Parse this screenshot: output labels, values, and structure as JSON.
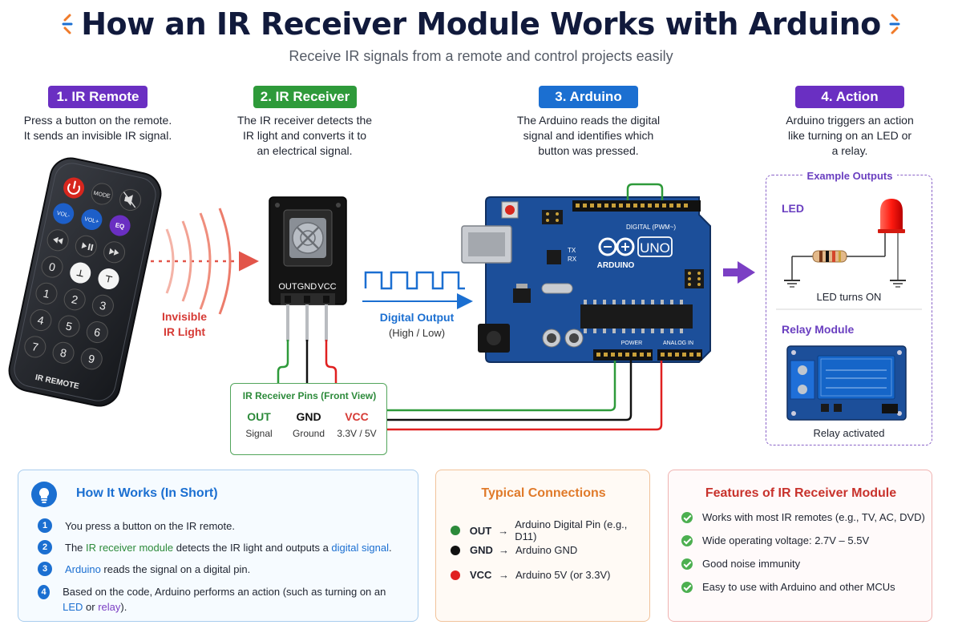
{
  "header": {
    "title": "How an IR Receiver Module Works with Arduino",
    "subtitle": "Receive IR signals from a remote and control projects easily"
  },
  "steps": [
    {
      "label": "1. IR Remote",
      "color": "#6a2fc2",
      "desc": [
        "Press a button on the remote.",
        "It sends an invisible IR signal."
      ]
    },
    {
      "label": "2. IR Receiver",
      "color": "#2e9a3a",
      "desc": [
        "The IR receiver detects the",
        "IR light and converts it to",
        "an electrical signal."
      ]
    },
    {
      "label": "3. Arduino",
      "color": "#1b6fd1",
      "desc": [
        "The Arduino reads the digital",
        "signal and identifies which",
        "button was pressed."
      ]
    },
    {
      "label": "4. Action",
      "color": "#6a2fc2",
      "desc": [
        "Arduino triggers an action",
        "like turning on an LED or",
        "a relay."
      ]
    }
  ],
  "remote": {
    "brand_label": "IR REMOTE",
    "buttons": [
      "MODE",
      "VOL-",
      "VOL+",
      "EQ",
      "0",
      "1",
      "2",
      "3",
      "4",
      "5",
      "6",
      "7",
      "8",
      "9"
    ]
  },
  "ir_light_label": [
    "Invisible",
    "IR Light"
  ],
  "receiver": {
    "pin_labels": [
      "OUT",
      "GND",
      "VCC"
    ]
  },
  "digital_output": {
    "label": "Digital Output",
    "sub": "(High / Low)"
  },
  "arduino": {
    "brand": "ARDUINO",
    "model": "UNO",
    "digital_label": "DIGITAL (PWM~)",
    "power_label": "POWER",
    "analog_label": "ANALOG IN",
    "tx": "TX",
    "rx": "RX"
  },
  "pins_box": {
    "title": "IR Receiver Pins (Front View)",
    "pins": [
      {
        "name": "OUT",
        "sub": "Signal",
        "color": "#2c8a3a"
      },
      {
        "name": "GND",
        "sub": "Ground",
        "color": "#111111"
      },
      {
        "name": "VCC",
        "sub": "3.3V / 5V",
        "color": "#d63a35"
      }
    ]
  },
  "examples": {
    "title": "Example Outputs",
    "led_title": "LED",
    "led_caption": "LED turns ON",
    "relay_title": "Relay Module",
    "relay_caption": "Relay activated"
  },
  "how_it_works": {
    "title": "How It Works (In Short)",
    "items": [
      {
        "n": "1",
        "parts": [
          {
            "t": "You press a button on the IR remote.",
            "c": ""
          }
        ]
      },
      {
        "n": "2",
        "parts": [
          {
            "t": "The ",
            "c": ""
          },
          {
            "t": "IR receiver module",
            "c": "hl-green"
          },
          {
            "t": " detects the IR light and outputs a ",
            "c": ""
          },
          {
            "t": "digital signal",
            "c": "hl-blue"
          },
          {
            "t": ".",
            "c": ""
          }
        ]
      },
      {
        "n": "3",
        "parts": [
          {
            "t": "Arduino",
            "c": "hl-blue"
          },
          {
            "t": " reads the signal on a digital pin.",
            "c": ""
          }
        ]
      },
      {
        "n": "4",
        "parts": [
          {
            "t": "Based on the code, Arduino performs an action (such as turning on an ",
            "c": ""
          },
          {
            "t": "LED",
            "c": "hl-blue"
          },
          {
            "t": " or ",
            "c": ""
          },
          {
            "t": "relay",
            "c": "hl-purple"
          },
          {
            "t": ").",
            "c": ""
          }
        ]
      }
    ]
  },
  "connections": {
    "title": "Typical Connections",
    "rows": [
      {
        "pin": "OUT",
        "target": "Arduino Digital Pin (e.g., D11)",
        "color": "#2c8a3a"
      },
      {
        "pin": "GND",
        "target": "Arduino GND",
        "color": "#111111"
      },
      {
        "pin": "VCC",
        "target": "Arduino 5V (or 3.3V)",
        "color": "#e02020"
      }
    ]
  },
  "features": {
    "title": "Features of IR Receiver Module",
    "items": [
      "Works with most IR remotes (e.g., TV, AC, DVD)",
      "Wide operating voltage: 2.7V – 5.5V",
      "Good noise immunity",
      "Easy to use with Arduino and other MCUs"
    ]
  },
  "colors": {
    "title": "#111a3c",
    "accent_orange": "#f07b2a",
    "accent_blue": "#1b6fd1",
    "wire_green": "#2e9a3a",
    "wire_black": "#111111",
    "wire_red": "#e02020",
    "arduino_blue": "#1c4f9a"
  }
}
